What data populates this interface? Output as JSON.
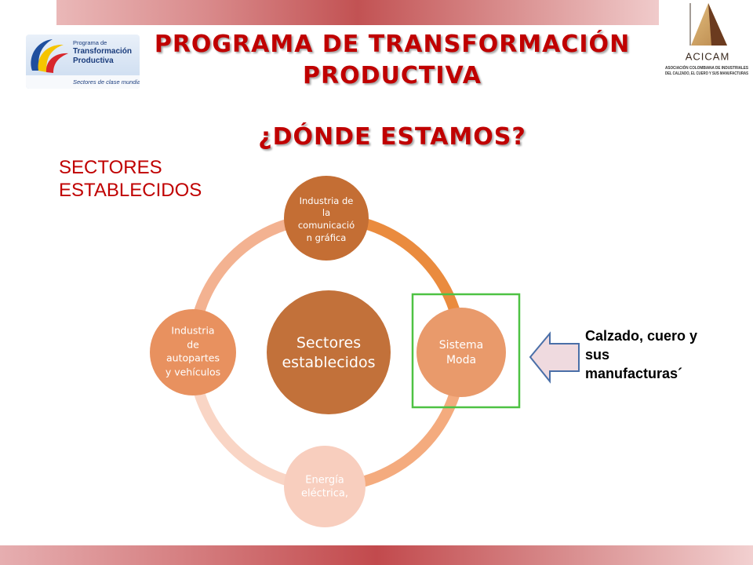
{
  "header": {
    "title_lines": [
      "PROGRAMA DE TRANSFORMACIÓN",
      "PRODUCTIVA"
    ],
    "subtitle": "¿DÓNDE ESTAMOS?"
  },
  "logos": {
    "ptp": {
      "lines": [
        "Programa de",
        "Transformación",
        "Productiva"
      ],
      "tagline": "Sectores de clase mundial"
    },
    "acicam": {
      "name": "ACICAM",
      "tagline_lines": [
        "ASOCIACIÓN COLOMBIANA DE INDUSTRIALES",
        "DEL CALZADO, EL CUERO Y SUS MANUFACTURAS"
      ]
    }
  },
  "section_label": {
    "lines": [
      "SECTORES",
      "ESTABLECIDOS"
    ]
  },
  "diagram": {
    "center": {
      "lines": [
        "Sectores",
        "establecidos"
      ],
      "color": "#c2713a"
    },
    "nodes": [
      {
        "lines": [
          "Industria de",
          "la",
          "comunicació",
          "n gráfica"
        ],
        "color": "#c46e34"
      },
      {
        "lines": [
          "Sistema",
          "Moda"
        ],
        "color": "#e99a6b"
      },
      {
        "lines": [
          "Energía",
          "eléctrica,"
        ],
        "color": "#f8cebe"
      },
      {
        "lines": [
          "Industria",
          "de",
          "autopartes",
          "y vehículos"
        ],
        "color": "#e8915f"
      }
    ],
    "arc_colors": [
      "#ea8b3e",
      "#f4ab7e",
      "#f9d5c5",
      "#f3b291"
    ]
  },
  "highlight": {
    "color": "#4ec243"
  },
  "arrow": {
    "icon": "left-arrow-icon",
    "fill": "#efdadf",
    "outline": "#4a6fa8"
  },
  "callout": {
    "lines": [
      "Calzado, cuero y",
      "sus",
      "manufacturas´"
    ]
  }
}
